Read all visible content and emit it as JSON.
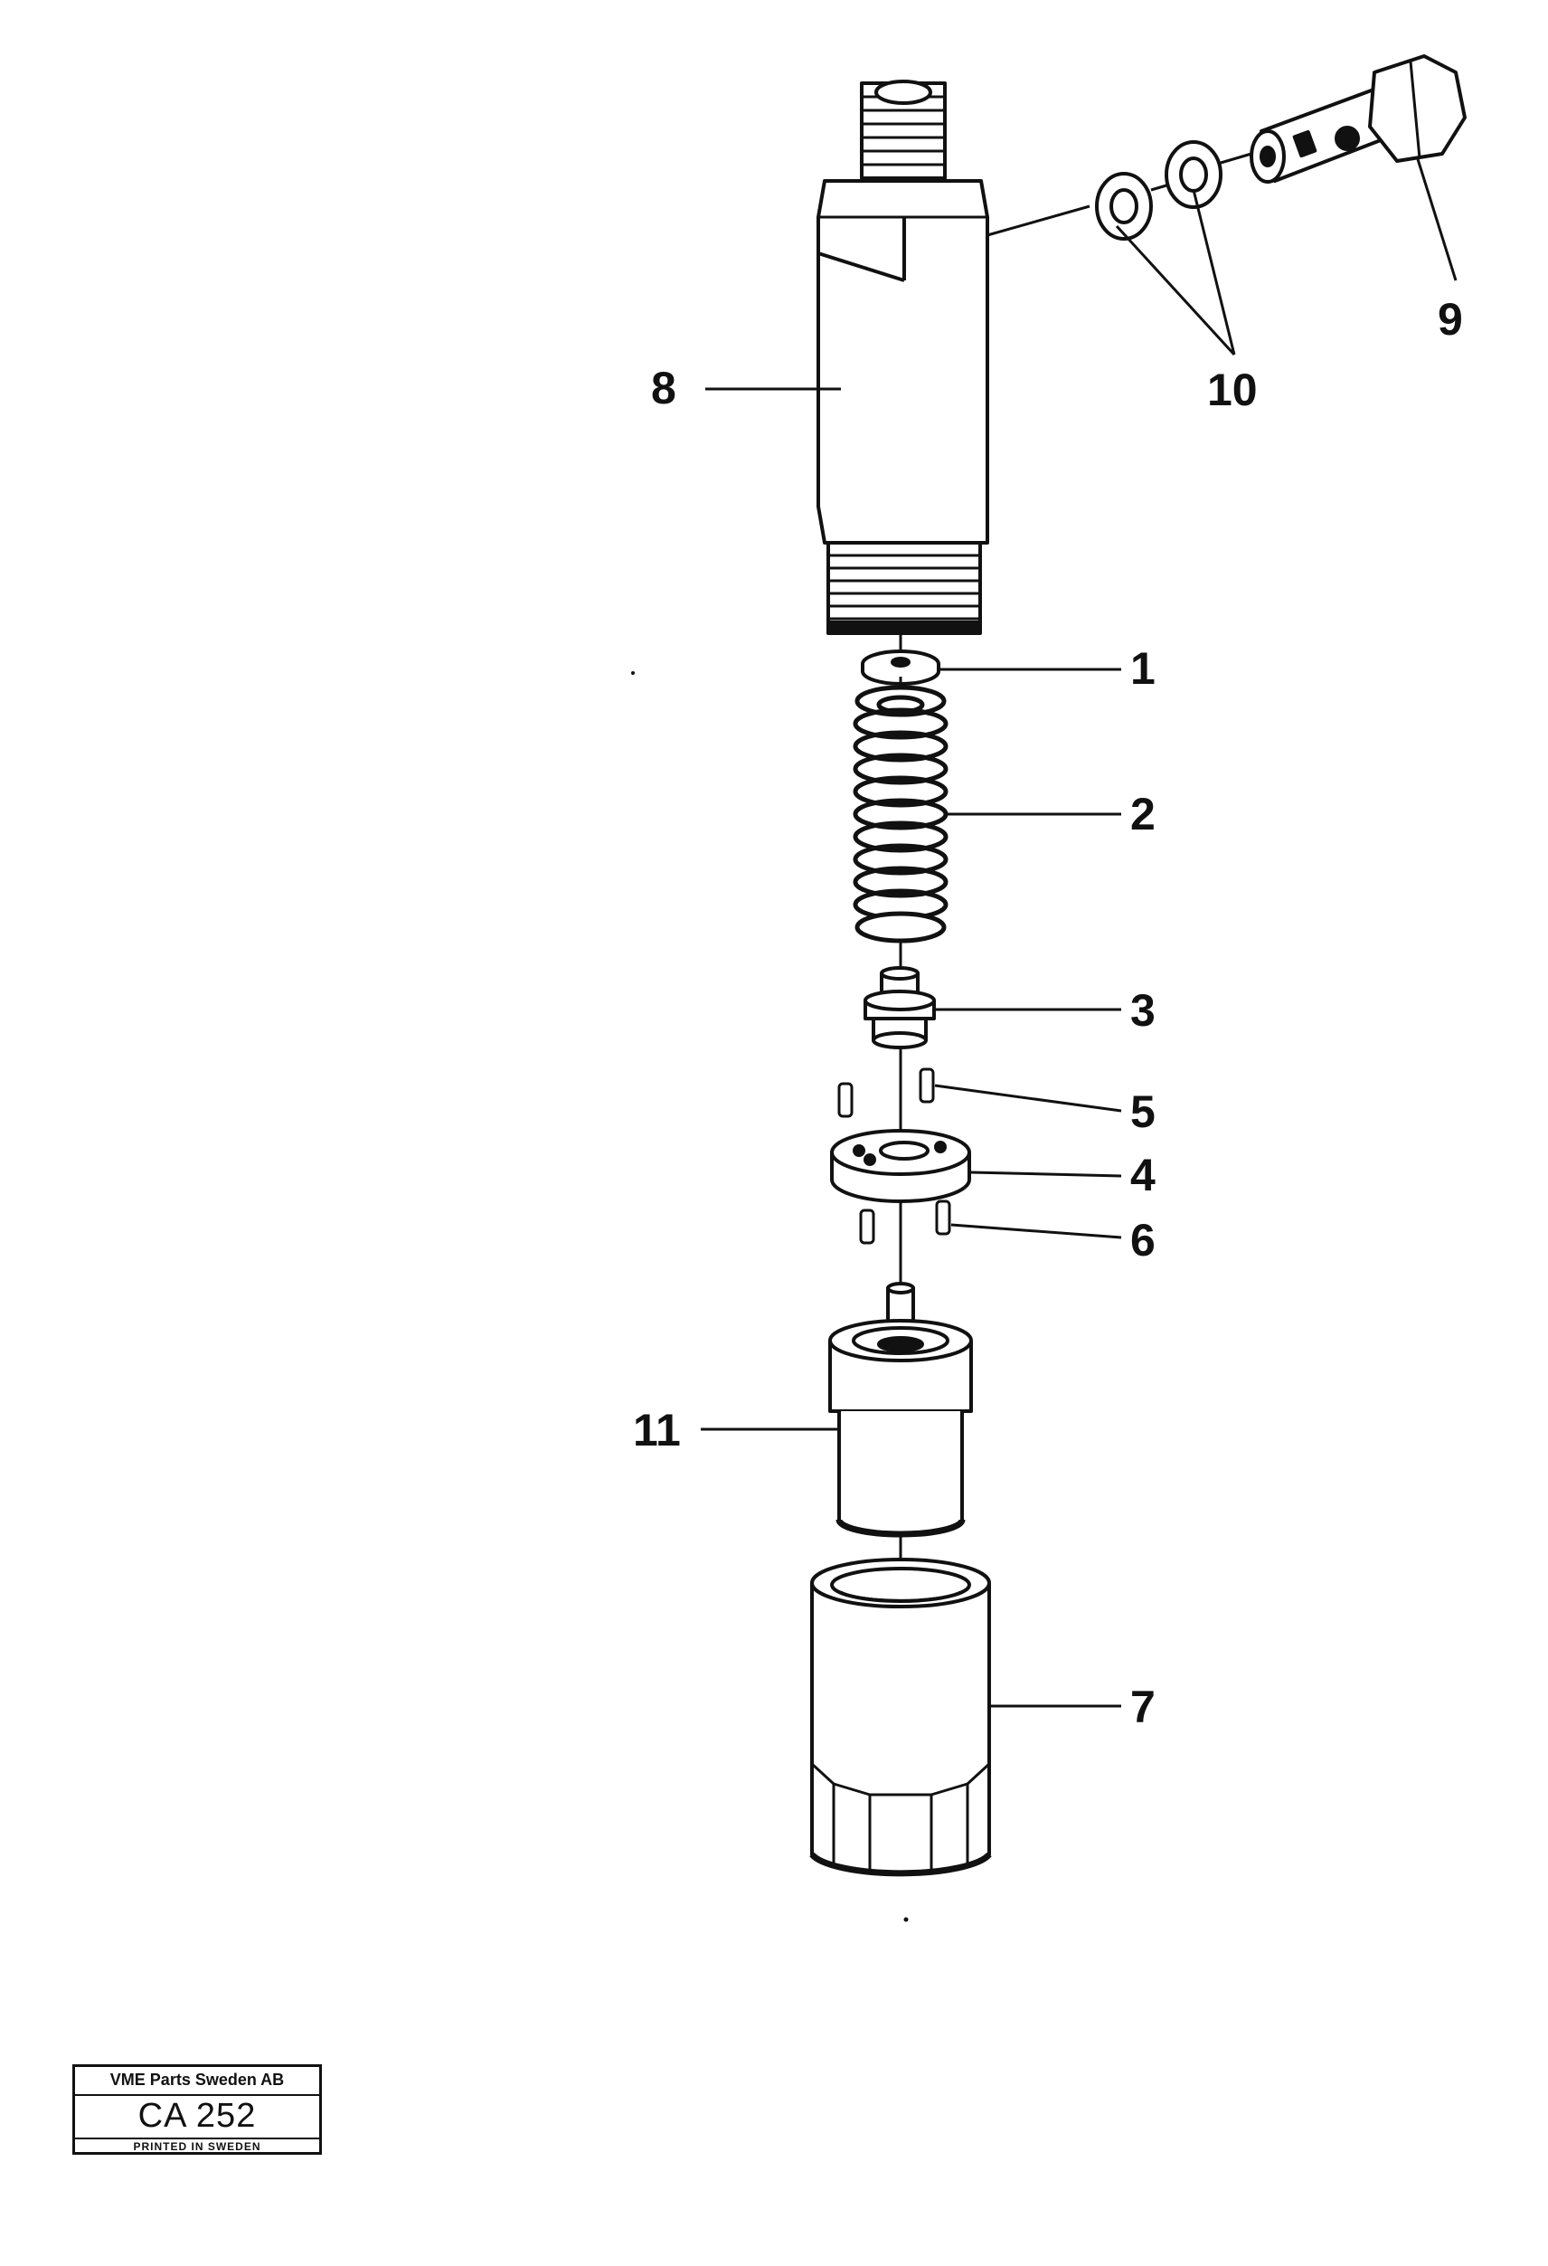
{
  "callouts": {
    "p1": "1",
    "p2": "2",
    "p3": "3",
    "p4": "4",
    "p5": "5",
    "p6": "6",
    "p7": "7",
    "p8": "8",
    "p9": "9",
    "p10": "10",
    "p11": "11"
  },
  "stamp": {
    "company": "VME Parts Sweden AB",
    "code": "CA 252",
    "printed": "PRINTED IN SWEDEN"
  },
  "colors": {
    "ink": "#111111",
    "paper": "#ffffff"
  }
}
